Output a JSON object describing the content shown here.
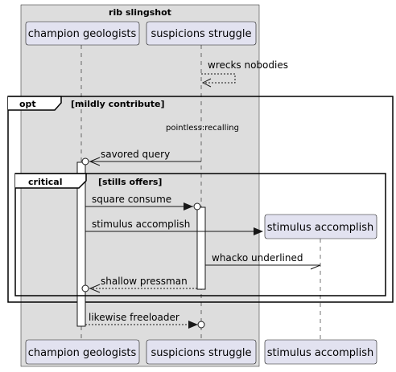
{
  "box": {
    "title": "rib slingshot",
    "fill": "#dddddd"
  },
  "participants": {
    "p1": "champion geologists",
    "p2": "suspicions struggle",
    "p3": "stimulus accomplish"
  },
  "messages": {
    "m1": "wrecks nobodies",
    "m2": "pointless:recalling",
    "m3": "savored query",
    "m4": "square consume",
    "m5": "stimulus accomplish",
    "m6": "whacko underlined",
    "m7": "shallow pressman",
    "m8": "likewise freeloader"
  },
  "fragments": {
    "opt": {
      "keyword": "opt",
      "guard": "[mildly contribute]"
    },
    "critical": {
      "keyword": "critical",
      "guard": "[stills offers]"
    }
  }
}
